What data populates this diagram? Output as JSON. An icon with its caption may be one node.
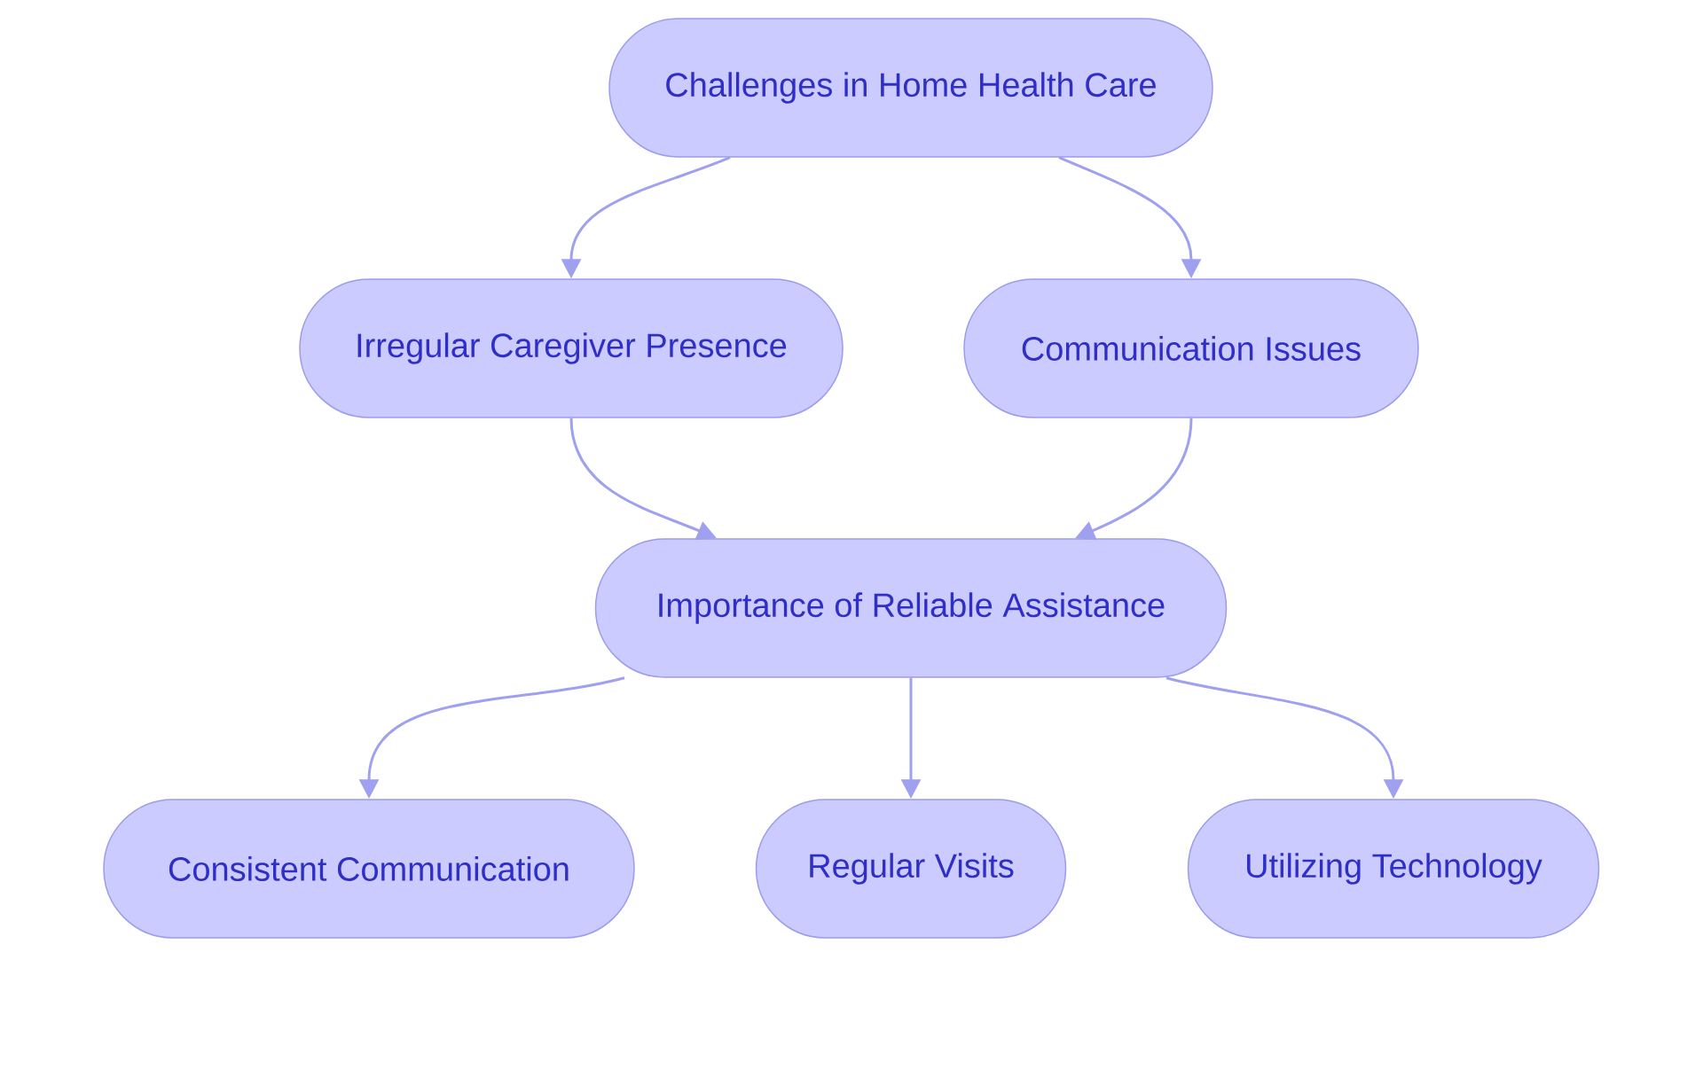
{
  "diagram": {
    "nodes": [
      {
        "text": [
          "Challenges in Home Health Care"
        ]
      },
      {
        "text": [
          "Irregular Caregiver Presence"
        ]
      },
      {
        "text": [
          "Communication Issues"
        ]
      },
      {
        "text": [
          "Importance of Reliable Assistance"
        ]
      },
      {
        "text": [
          "Consistent Communication"
        ]
      },
      {
        "text": [
          "Regular Visits"
        ]
      },
      {
        "text": [
          "Utilizing Technology"
        ]
      }
    ],
    "edges": [
      {
        "from": 0,
        "to": 1,
        "arrow": "to"
      },
      {
        "from": 0,
        "to": 2,
        "arrow": "to"
      },
      {
        "from": 1,
        "to": 3,
        "arrow": "to"
      },
      {
        "from": 2,
        "to": 3,
        "arrow": "to"
      },
      {
        "from": 3,
        "to": 4,
        "arrow": "to"
      },
      {
        "from": 3,
        "to": 5,
        "arrow": "to"
      },
      {
        "from": 3,
        "to": 6,
        "arrow": "to"
      }
    ]
  }
}
